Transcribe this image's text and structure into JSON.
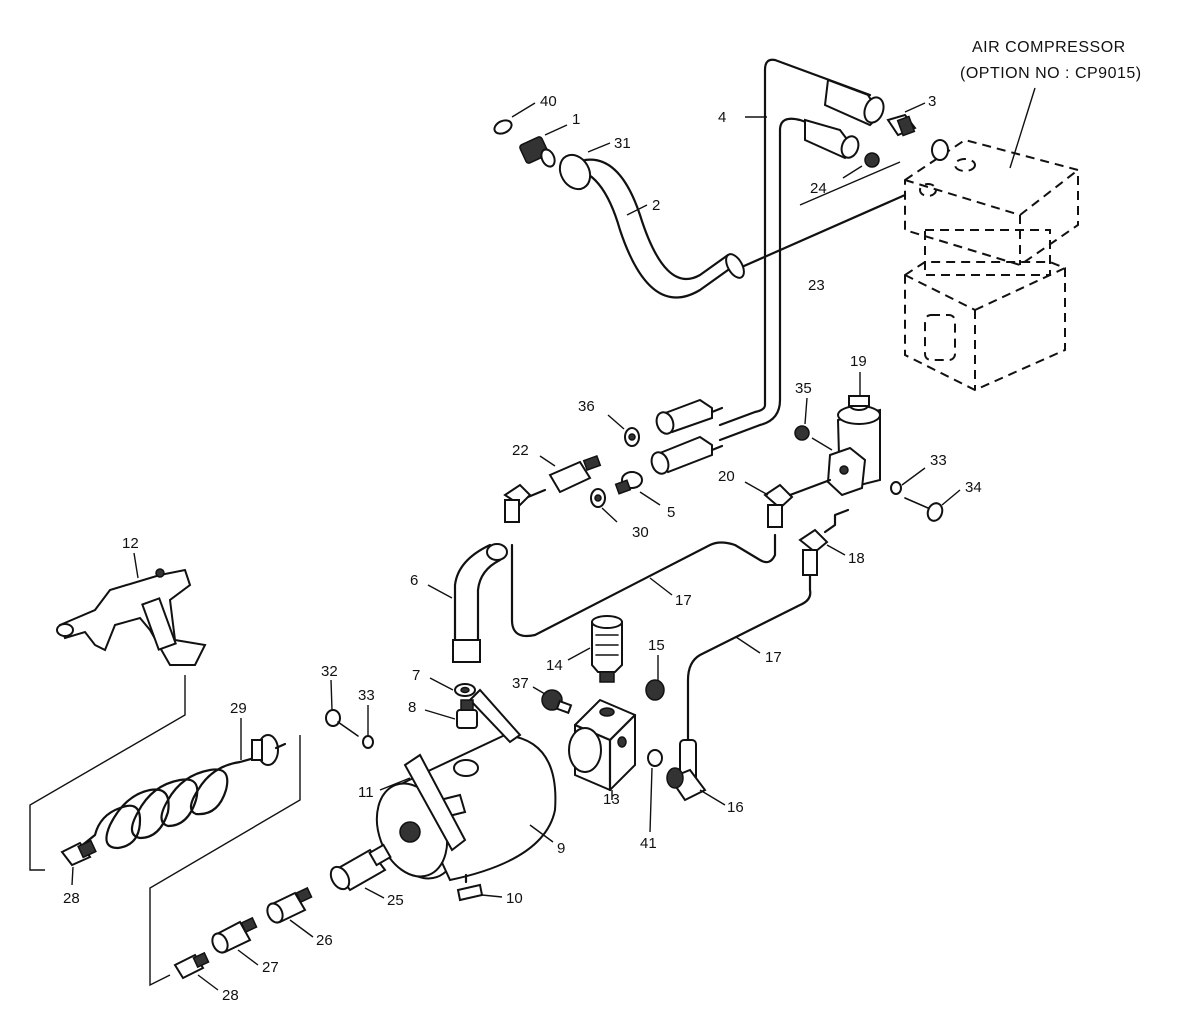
{
  "title_lines": [
    "AIR  COMPRESSOR",
    "(OPTION NO : CP9015)"
  ],
  "part_labels": [
    {
      "id": "40",
      "text": "40"
    },
    {
      "id": "1",
      "text": "1"
    },
    {
      "id": "31",
      "text": "31"
    },
    {
      "id": "2",
      "text": "2"
    },
    {
      "id": "4",
      "text": "4"
    },
    {
      "id": "3",
      "text": "3"
    },
    {
      "id": "24",
      "text": "24"
    },
    {
      "id": "23",
      "text": "23"
    },
    {
      "id": "19",
      "text": "19"
    },
    {
      "id": "35",
      "text": "35"
    },
    {
      "id": "36",
      "text": "36"
    },
    {
      "id": "22",
      "text": "22"
    },
    {
      "id": "5",
      "text": "5"
    },
    {
      "id": "30",
      "text": "30"
    },
    {
      "id": "20",
      "text": "20"
    },
    {
      "id": "33a",
      "text": "33"
    },
    {
      "id": "34",
      "text": "34"
    },
    {
      "id": "18",
      "text": "18"
    },
    {
      "id": "12",
      "text": "12"
    },
    {
      "id": "6",
      "text": "6"
    },
    {
      "id": "17a",
      "text": "17"
    },
    {
      "id": "17b",
      "text": "17"
    },
    {
      "id": "14",
      "text": "14"
    },
    {
      "id": "15",
      "text": "15"
    },
    {
      "id": "32",
      "text": "32"
    },
    {
      "id": "33b",
      "text": "33"
    },
    {
      "id": "7",
      "text": "7"
    },
    {
      "id": "8",
      "text": "8"
    },
    {
      "id": "37",
      "text": "37"
    },
    {
      "id": "29",
      "text": "29"
    },
    {
      "id": "11",
      "text": "11"
    },
    {
      "id": "13",
      "text": "13"
    },
    {
      "id": "16",
      "text": "16"
    },
    {
      "id": "41",
      "text": "41"
    },
    {
      "id": "9",
      "text": "9"
    },
    {
      "id": "28a",
      "text": "28"
    },
    {
      "id": "25",
      "text": "25"
    },
    {
      "id": "10",
      "text": "10"
    },
    {
      "id": "26",
      "text": "26"
    },
    {
      "id": "27",
      "text": "27"
    },
    {
      "id": "28b",
      "text": "28"
    }
  ]
}
